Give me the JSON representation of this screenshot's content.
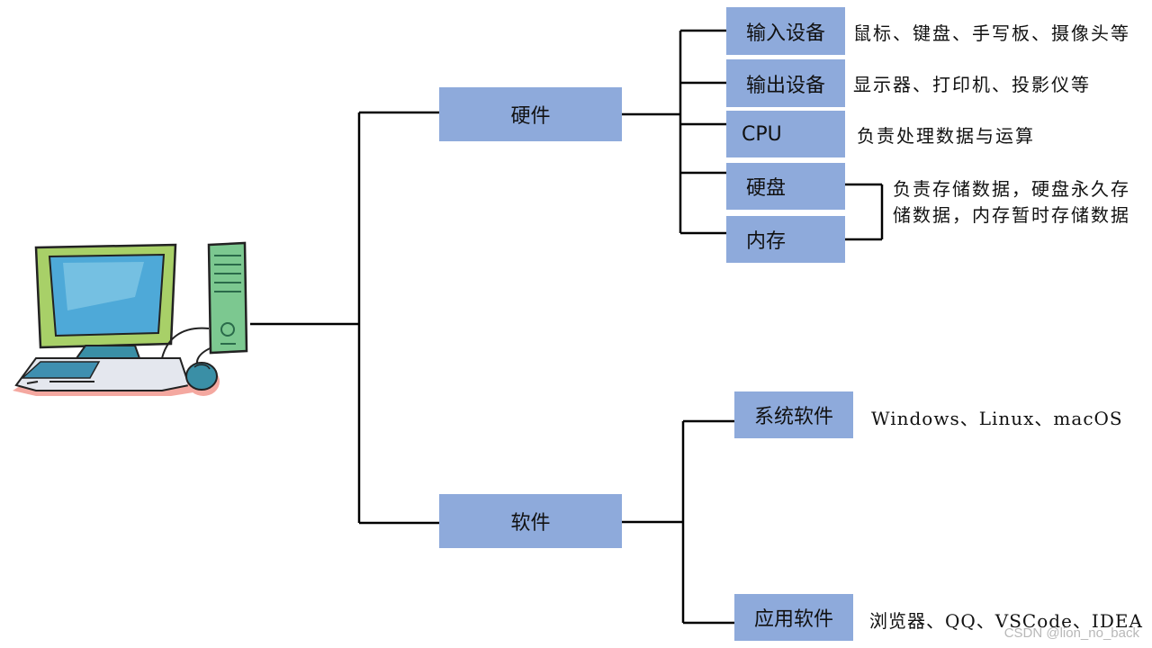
{
  "hardware": {
    "label": "硬件",
    "items": [
      {
        "label": "输入设备",
        "desc": "鼠标、键盘、手写板、摄像头等"
      },
      {
        "label": "输出设备",
        "desc": "显示器、打印机、投影仪等"
      },
      {
        "label": "CPU",
        "desc": "负责处理数据与运算"
      },
      {
        "label": "硬盘"
      },
      {
        "label": "内存"
      }
    ],
    "storage_note": "负责存储数据，硬盘永久存储数据，内存暂时存储数据"
  },
  "software": {
    "label": "软件",
    "items": [
      {
        "label": "系统软件",
        "desc": "Windows、Linux、macOS"
      },
      {
        "label": "应用软件",
        "desc": "浏览器、QQ、VSCode、IDEA"
      }
    ]
  },
  "watermark": "CSDN @lion_no_back",
  "colors": {
    "box_fill": "#8eaadb",
    "line": "#000000"
  },
  "icons": [
    "computer-monitor-icon",
    "computer-tower-icon",
    "keyboard-icon",
    "mouse-icon"
  ]
}
